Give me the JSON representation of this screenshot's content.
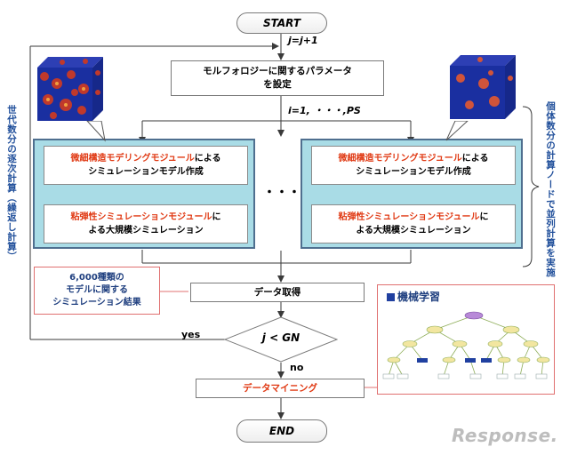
{
  "flow": {
    "start": "START",
    "end": "END",
    "increment": "j=j+1",
    "set_params_line1": "モルフォロジーに関するパラメータ",
    "set_params_line2": "を設定",
    "loop_range": "i=1, ・・・,PS",
    "ellipsis": "・・・",
    "data_acquire": "データ取得",
    "condition": "j < GN",
    "yes": "yes",
    "no": "no",
    "data_mining": "データマイニング"
  },
  "panel_left": {
    "box1_red": "微細構造モデリングモジュール",
    "box1_rest": "による",
    "box1_line2": "シミュレーションモデル作成",
    "box2_red": "粘弾性シミュレーションモジュール",
    "box2_rest": "に",
    "box2_line2": "よる大規模シミュレーション"
  },
  "panel_right": {
    "box1_red": "微細構造モデリングモジュール",
    "box1_rest": "による",
    "box1_line2": "シミュレーションモデル作成",
    "box2_red": "粘弾性シミュレーションモジュール",
    "box2_rest": "に",
    "box2_line2": "よる大規模シミュレーション"
  },
  "side_left": "世代数分の逐次計算（繰返し計算）",
  "side_right": "個体数分の計算ノードで並列計算を実施",
  "callout": {
    "line1": "6,000種類の",
    "line2": "モデルに関する",
    "line3": "シミュレーション結果"
  },
  "ml_title": "機械学習",
  "watermark": "Response.",
  "colors": {
    "accent_red": "#e03a14",
    "panel_fill": "#a9dce6",
    "side_text": "#1f4e9a",
    "cube_blue": "#1a2fa0",
    "cube_red": "#c0392b"
  }
}
